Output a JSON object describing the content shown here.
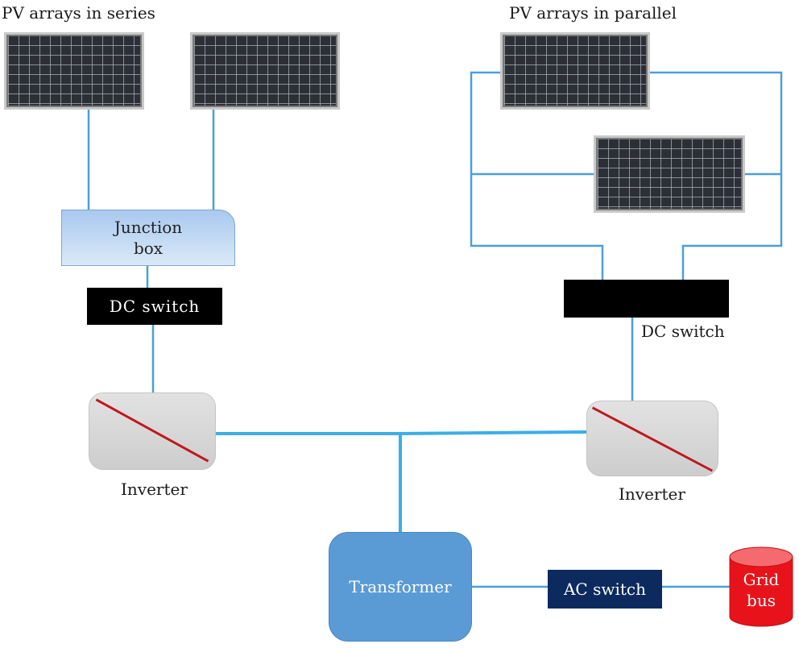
{
  "labels": {
    "series_title": "PV arrays in series",
    "parallel_title": "PV arrays in parallel",
    "junction_box_line1": "Junction",
    "junction_box_line2": "box",
    "dc_switch_left": "DC switch",
    "dc_switch_right": "DC switch",
    "inverter_left": "Inverter",
    "inverter_right": "Inverter",
    "transformer": "Transformer",
    "ac_switch": "AC switch",
    "grid_bus_line1": "Grid",
    "grid_bus_line2": "bus"
  },
  "colors": {
    "wire": "#4a9fdc",
    "wire_thick": "#3aaee8",
    "junction_box_fill": "#bcd6f2",
    "dc_switch": "#000000",
    "transformer": "#5b9bd5",
    "ac_switch": "#0d2a5e",
    "grid_bus": "#e8131a",
    "inverter_slash": "#c0161d"
  }
}
